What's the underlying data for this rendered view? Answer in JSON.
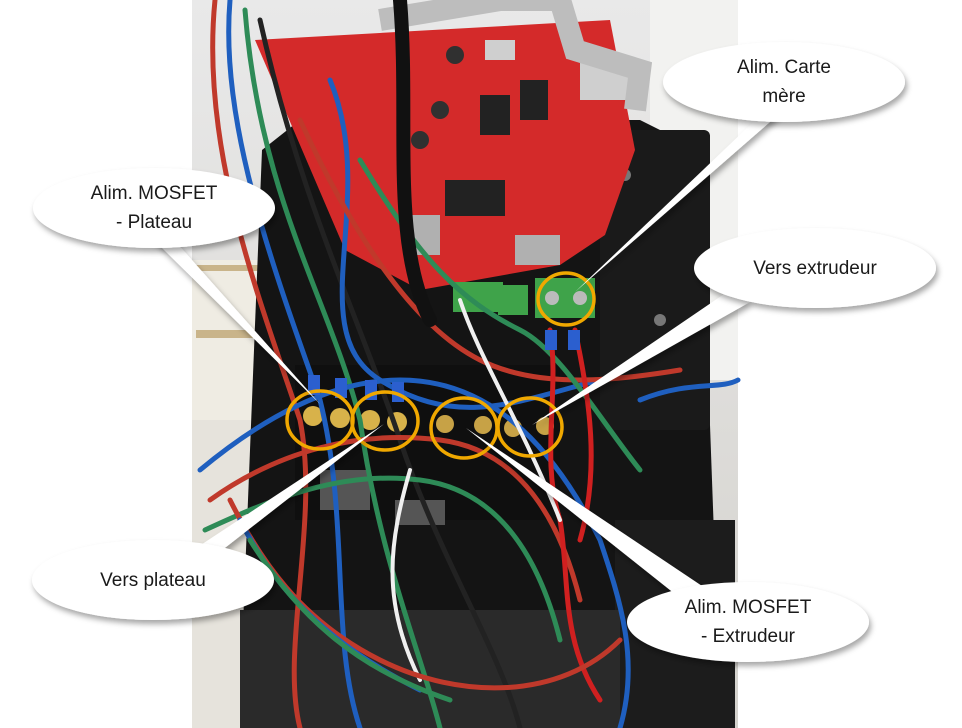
{
  "labels": {
    "alim_carte_mere": {
      "line1": "Alim. Carte",
      "line2": "mère"
    },
    "alim_mosfet_plateau": {
      "line1": "Alim. MOSFET",
      "line2": "- Plateau"
    },
    "vers_extrudeur": {
      "line1": "Vers extrudeur"
    },
    "vers_plateau": {
      "line1": "Vers plateau"
    },
    "alim_mosfet_extrudeur": {
      "line1": "Alim. MOSFET",
      "line2": "- Extrudeur"
    }
  },
  "colors": {
    "highlight_ring": "#f0a800",
    "board": "#d42a2a",
    "bubble_fill": "#ffffff"
  }
}
